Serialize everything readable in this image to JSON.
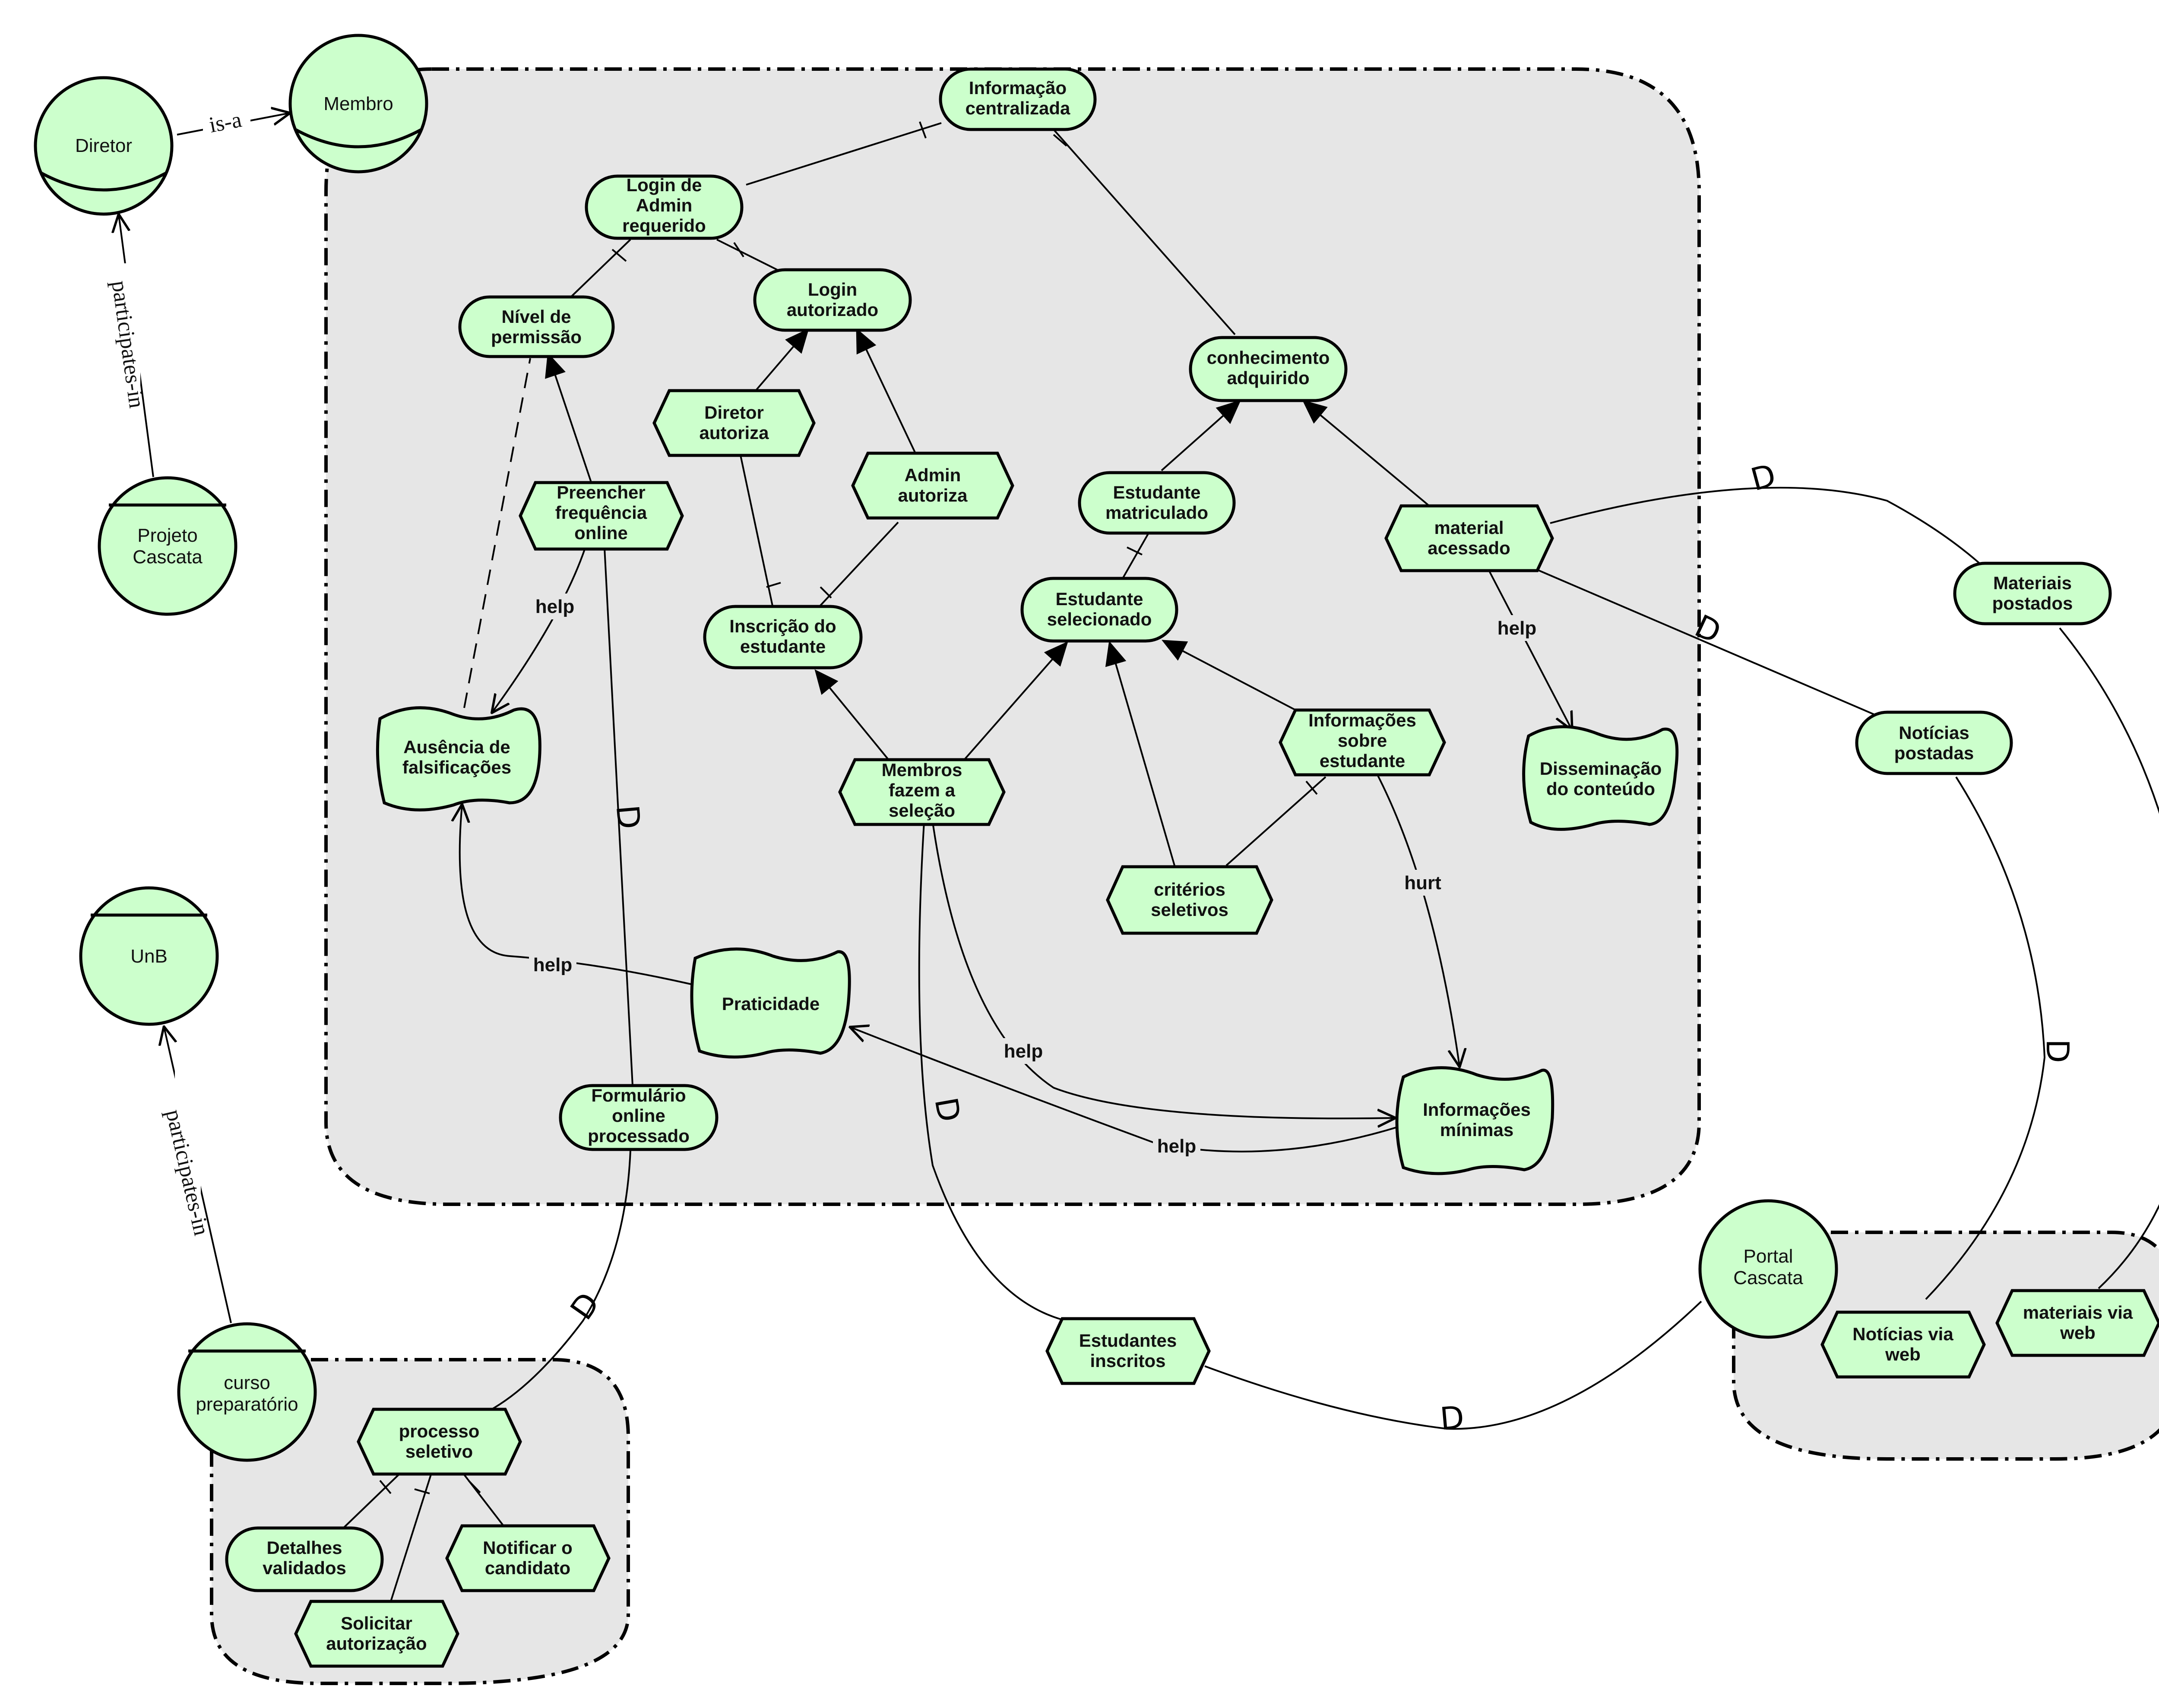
{
  "actors": {
    "diretor": "Diretor",
    "membro": "Membro",
    "projeto": [
      "Projeto",
      "Cascata"
    ],
    "unb": "UnB",
    "curso": [
      "curso",
      "preparatório"
    ],
    "portal": [
      "Portal",
      "Cascata"
    ]
  },
  "relations": {
    "is_a": "is-a",
    "participates_in_1": "participates-in",
    "participates_in_2": "participates-in"
  },
  "elements": {
    "informacao_centralizada": [
      "Informação",
      "centralizada"
    ],
    "login_admin": [
      "Login de",
      "Admin",
      "requerido"
    ],
    "nivel_permissao": [
      "Nível de",
      "permissão"
    ],
    "login_autorizado": [
      "Login",
      "autorizado"
    ],
    "conhecimento": [
      "conhecimento",
      "adquirido"
    ],
    "diretor_autoriza": [
      "Diretor",
      "autoriza"
    ],
    "admin_autoriza": [
      "Admin",
      "autoriza"
    ],
    "preencher": [
      "Preencher",
      "frequência",
      "online"
    ],
    "estudante_matriculado": [
      "Estudante",
      "matriculado"
    ],
    "material_acessado": [
      "material",
      "acessado"
    ],
    "materiais_postados": [
      "Materiais",
      "postados"
    ],
    "inscricao": [
      "Inscrição do",
      "estudante"
    ],
    "estudante_selecionado": [
      "Estudante",
      "selecionado"
    ],
    "ausencia": [
      "Ausência de",
      "falsificações"
    ],
    "informacoes_sobre": [
      "Informações",
      "sobre",
      "estudante"
    ],
    "disseminacao": [
      "Disseminação",
      "do conteúdo"
    ],
    "noticias_postadas": [
      "Notícias",
      "postadas"
    ],
    "membros_fazem": [
      "Membros",
      "fazem a",
      "seleção"
    ],
    "criterios": [
      "critérios",
      "seletivos"
    ],
    "praticidade": [
      "Praticidade"
    ],
    "informacoes_minimas": [
      "Informações",
      "mínimas"
    ],
    "formulario": [
      "Formulário",
      "online",
      "processado"
    ],
    "estudantes_inscritos": [
      "Estudantes",
      "inscritos"
    ],
    "noticias_web": [
      "Notícias via",
      "web"
    ],
    "materiais_web": [
      "materiais via",
      "web"
    ],
    "processo_seletivo": [
      "processo",
      "seletivo"
    ],
    "detalhes": [
      "Detalhes",
      "validados"
    ],
    "notificar": [
      "Notificar o",
      "candidato"
    ],
    "solicitar": [
      "Solicitar",
      "autorização"
    ]
  },
  "link_labels": {
    "help_preencher": "help",
    "help_material": "help",
    "help_praticidade": "help",
    "help_membros": "help",
    "help_minimas": "help",
    "hurt_informacoes": "hurt"
  },
  "colors": {
    "element_fill": "#ccffcc",
    "boundary_fill": "#e6e6e6",
    "stroke": "#000000"
  }
}
